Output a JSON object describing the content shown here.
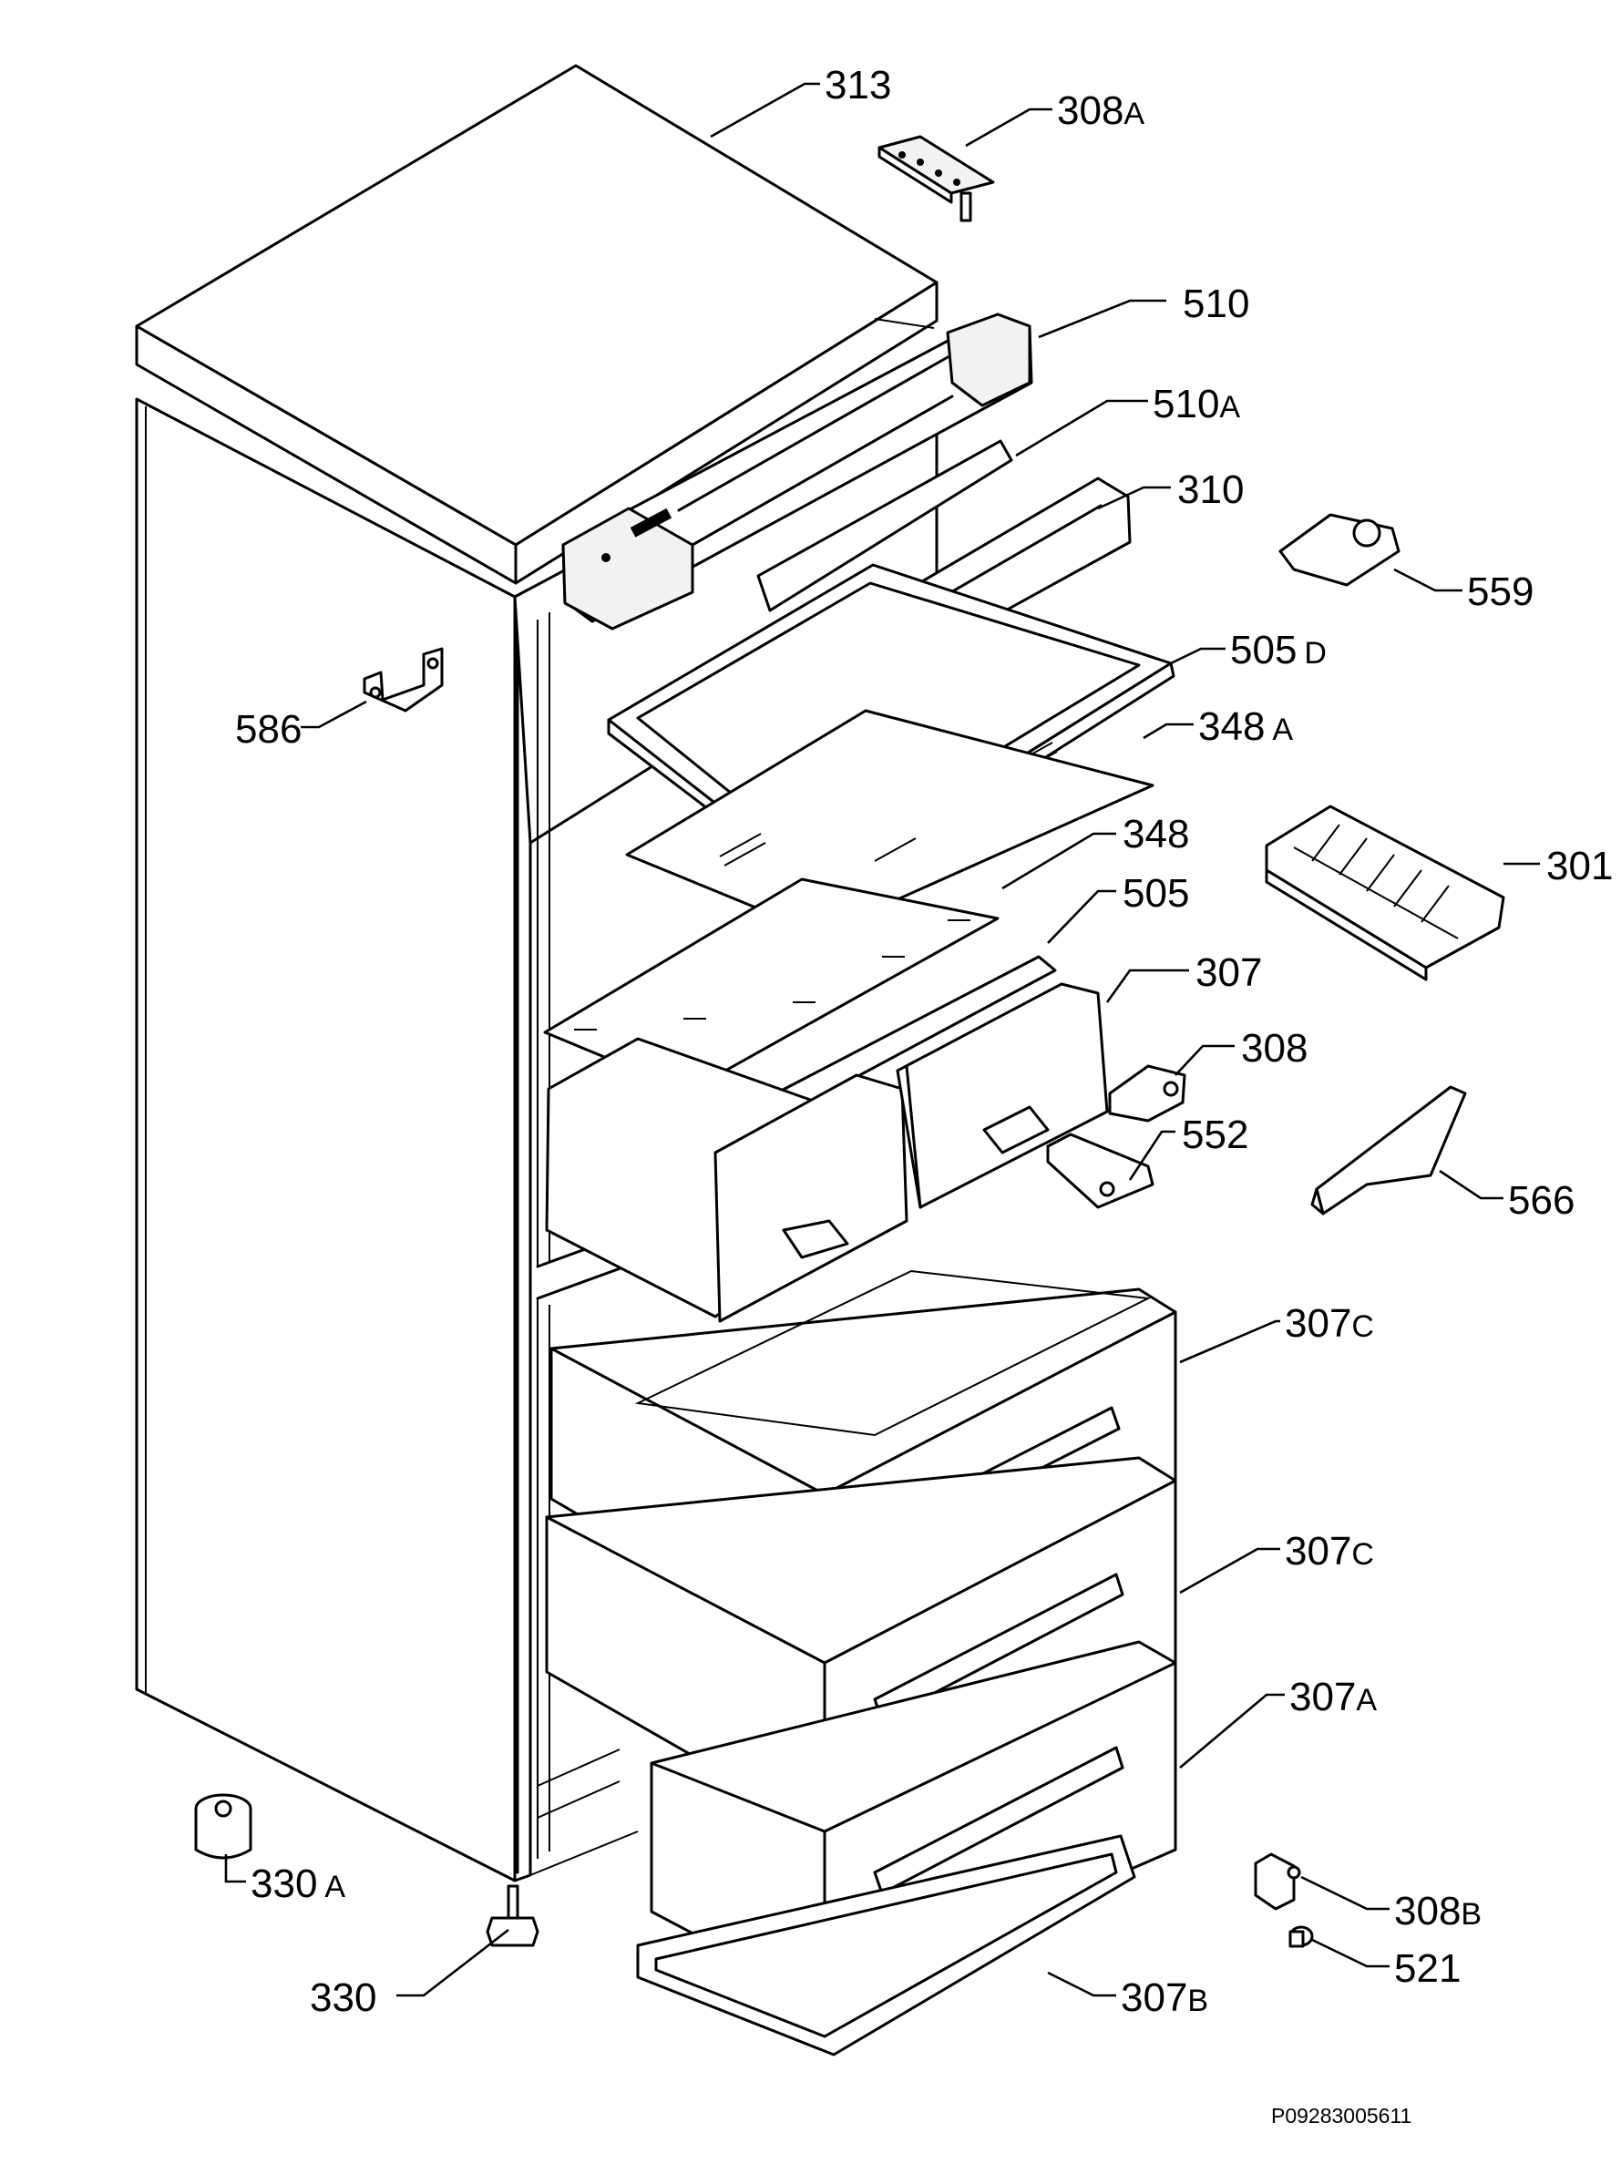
{
  "diagram": {
    "drawing_code": "P09283005611",
    "labels": [
      {
        "id": "313",
        "number": "313",
        "suffix": ""
      },
      {
        "id": "308a",
        "number": "308",
        "suffix": "A"
      },
      {
        "id": "510",
        "number": "510",
        "suffix": ""
      },
      {
        "id": "510a",
        "number": "510",
        "suffix": "A"
      },
      {
        "id": "310",
        "number": "310",
        "suffix": ""
      },
      {
        "id": "559",
        "number": "559",
        "suffix": ""
      },
      {
        "id": "505d",
        "number": "505",
        "suffix": "D"
      },
      {
        "id": "586",
        "number": "586",
        "suffix": ""
      },
      {
        "id": "348a",
        "number": "348",
        "suffix": "A"
      },
      {
        "id": "348",
        "number": "348",
        "suffix": ""
      },
      {
        "id": "301",
        "number": "301",
        "suffix": ""
      },
      {
        "id": "505",
        "number": "505",
        "suffix": ""
      },
      {
        "id": "307",
        "number": "307",
        "suffix": ""
      },
      {
        "id": "308",
        "number": "308",
        "suffix": ""
      },
      {
        "id": "552",
        "number": "552",
        "suffix": ""
      },
      {
        "id": "566",
        "number": "566",
        "suffix": ""
      },
      {
        "id": "307c-1",
        "number": "307",
        "suffix": "C"
      },
      {
        "id": "307c-2",
        "number": "307",
        "suffix": "C"
      },
      {
        "id": "307a",
        "number": "307",
        "suffix": "A"
      },
      {
        "id": "330a",
        "number": "330",
        "suffix": "A"
      },
      {
        "id": "308b",
        "number": "308",
        "suffix": "B"
      },
      {
        "id": "330",
        "number": "330",
        "suffix": ""
      },
      {
        "id": "521",
        "number": "521",
        "suffix": ""
      },
      {
        "id": "307b",
        "number": "307",
        "suffix": "B"
      }
    ]
  }
}
